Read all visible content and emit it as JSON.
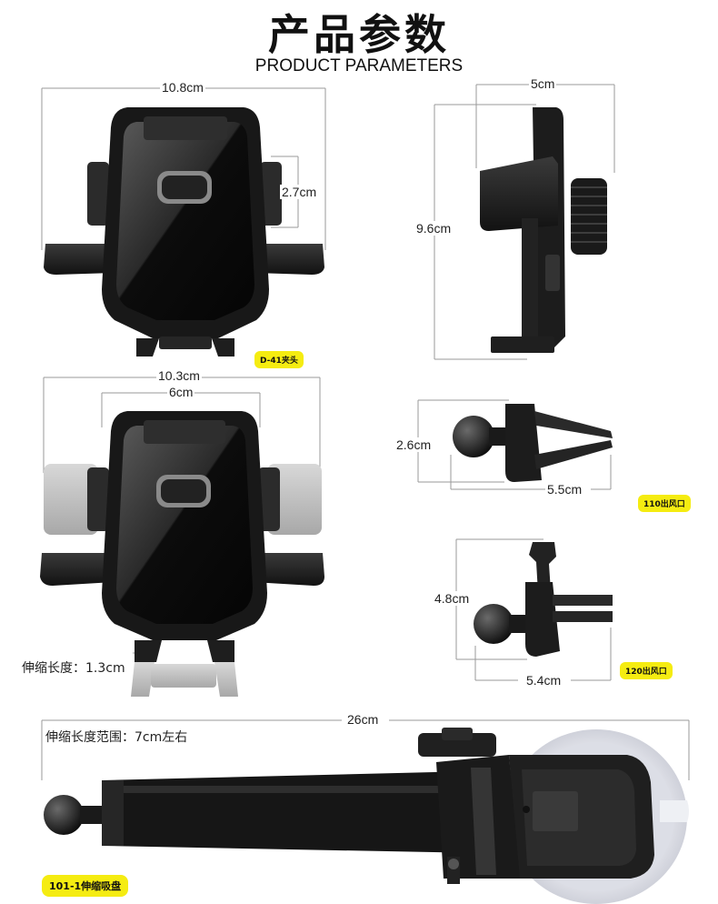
{
  "header": {
    "title_cn": "产品参数",
    "title_en": "PRODUCT PARAMETERS"
  },
  "holder_front": {
    "width_label": "10.8cm",
    "side_label": "2.7cm",
    "tag": "D-41夹头"
  },
  "holder_side": {
    "depth_label": "5cm",
    "height_label": "9.6cm"
  },
  "holder_extended": {
    "outer_label": "10.3cm",
    "inner_label": "6cm",
    "stretch_note": "伸缩长度：1.3cm"
  },
  "vent_110": {
    "height_label": "2.6cm",
    "width_label": "5.5cm",
    "tag": "110出风口"
  },
  "vent_120": {
    "height_label": "4.8cm",
    "width_label": "5.4cm",
    "tag": "120出风口"
  },
  "suction_arm": {
    "length_label": "26cm",
    "range_note": "伸缩长度范围：7cm左右",
    "tag": "101-1伸缩吸盘"
  },
  "colors": {
    "tag_yellow": "#f5ec11",
    "product_black": "#1a1a1a",
    "dim_line": "#9a9a9a"
  }
}
